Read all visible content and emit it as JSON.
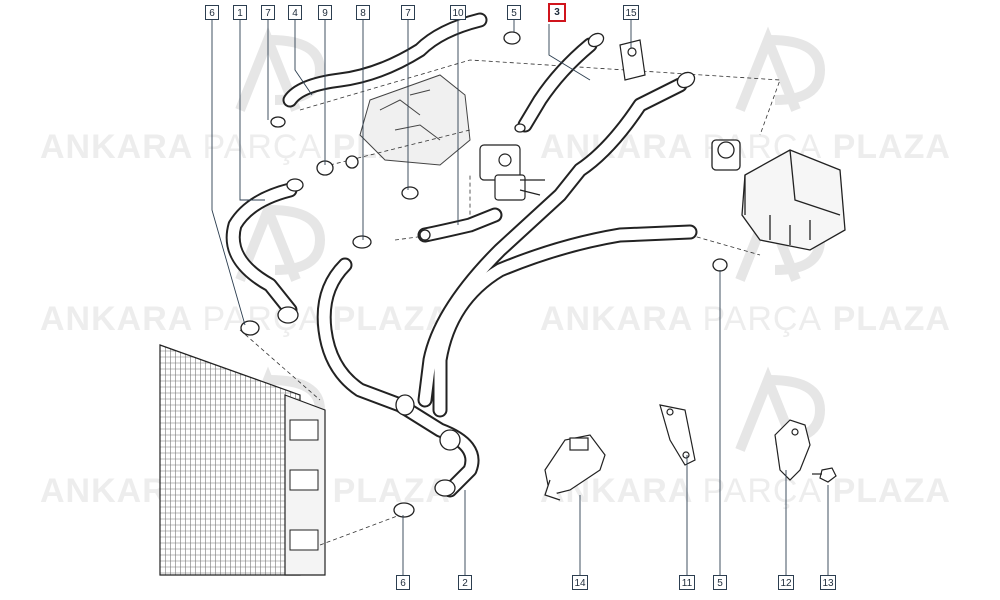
{
  "watermark": {
    "word1": "ANKARA",
    "word2": "PARÇA",
    "word3": "PLAZA"
  },
  "highlight_color": "#d0141c",
  "callouts": {
    "c6_top": "6",
    "c1": "1",
    "c7_left": "7",
    "c4": "4",
    "c9": "9",
    "c8": "8",
    "c7_mid": "7",
    "c10": "10",
    "c5_top": "5",
    "c3_highlighted": "3",
    "c15": "15",
    "c6_bottom": "6",
    "c2": "2",
    "c14": "14",
    "c11": "11",
    "c5_bottom": "5",
    "c12": "12",
    "c13": "13"
  }
}
